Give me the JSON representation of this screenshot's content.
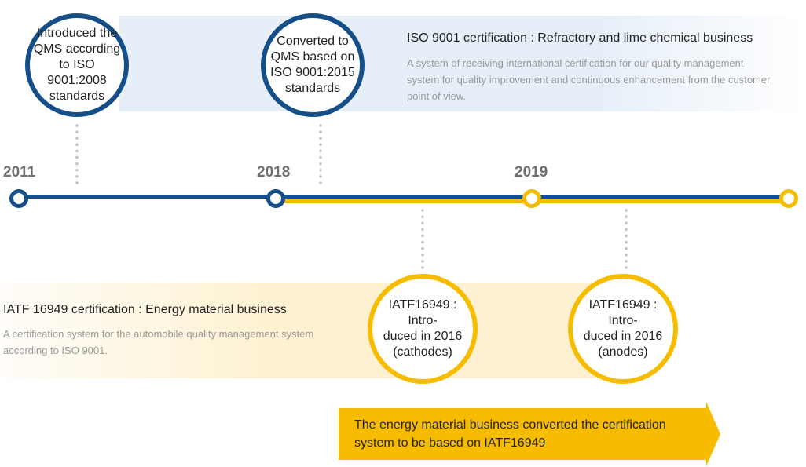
{
  "colors": {
    "blue": "#154f8a",
    "yellow": "#f6bd00",
    "blue_band": "#e6eff8",
    "yellow_band": "#fdf1d1",
    "banner": "#f7bc00"
  },
  "iso": {
    "title": "ISO 9001 certification : Refractory and lime chemical business",
    "description": "A system of receiving international certification for our quality management system for quality improvement and continuous enhancement from the customer point of view."
  },
  "iatf": {
    "title": "IATF 16949 certification : Energy material business",
    "description": "A certification system for the automobile quality management system according to ISO 9001."
  },
  "years": [
    "2011",
    "2018",
    "2019"
  ],
  "milestones": {
    "iso_2008": "Introduced the\nQMS according\nto ISO 9001:2008\nstandards",
    "iso_2015": "Converted to\nQMS based on\nISO 9001:2015\nstandards",
    "iatf_cathodes": "IATF16949 : Intro-\nduced in 2016\n(cathodes)",
    "iatf_anodes": "IATF16949 : Intro-\nduced in 2016\n(anodes)"
  },
  "banner": {
    "text": "The energy material business converted the certification system to be based on IATF16949"
  }
}
